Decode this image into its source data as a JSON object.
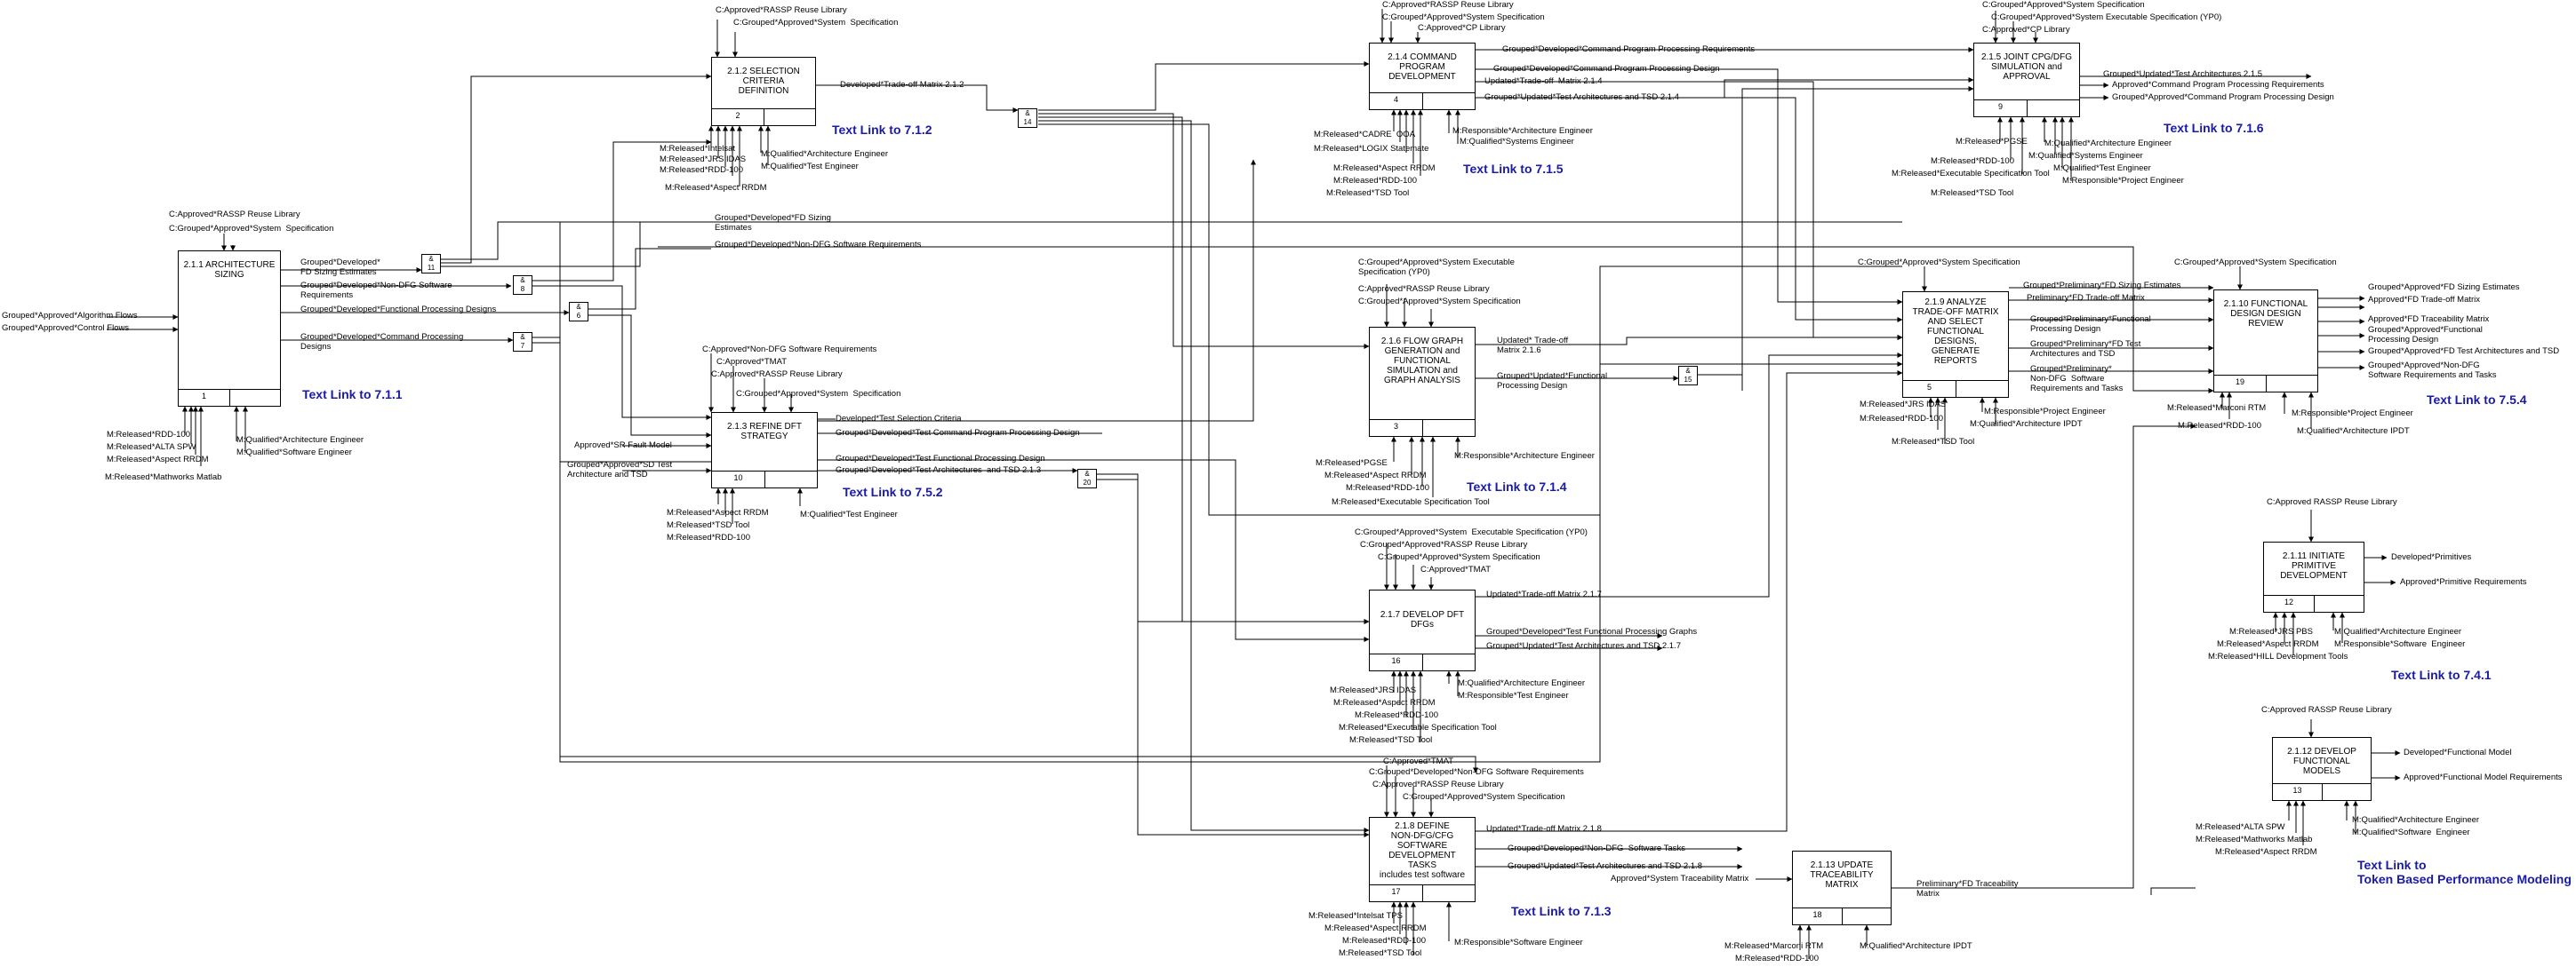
{
  "boxes": [
    {
      "id": "b211",
      "title": "2.1.1 ARCHITECTURE\nSIZING",
      "num": "1"
    },
    {
      "id": "b212",
      "title": "2.1.2 SELECTION\nCRITERIA\nDEFINITION",
      "num": "2"
    },
    {
      "id": "b213",
      "title": "2.1.3 REFINE DFT\nSTRATEGY",
      "num": "10"
    },
    {
      "id": "b214",
      "title": "2.1.4 COMMAND\nPROGRAM\nDEVELOPMENT",
      "num": "4"
    },
    {
      "id": "b215",
      "title": "2.1.5 JOINT CPG/DFG\nSIMULATION and\nAPPROVAL",
      "num": "9"
    },
    {
      "id": "b216",
      "title": "2.1.6 FLOW GRAPH\nGENERATION and\nFUNCTIONAL\nSIMULATION and\nGRAPH ANALYSIS",
      "num": "3"
    },
    {
      "id": "b217",
      "title": "2.1.7 DEVELOP DFT\nDFGs",
      "num": "16"
    },
    {
      "id": "b218",
      "title": "2.1.8 DEFINE\nNON-DFG/CFG\nSOFTWARE\nDEVELOPMENT\nTASKS\nincludes test software",
      "num": "17"
    },
    {
      "id": "b219",
      "title": "2.1.9 ANALYZE\nTRADE-OFF MATRIX\nAND SELECT\nFUNCTIONAL\nDESIGNS,\nGENERATE\nREPORTS",
      "num": "5"
    },
    {
      "id": "b2110",
      "title": "2.1.10 FUNCTIONAL\nDESIGN DESIGN\nREVIEW",
      "num": "19"
    },
    {
      "id": "b2111",
      "title": "2.1.11 INITIATE\nPRIMITIVE\nDEVELOPMENT",
      "num": "12"
    },
    {
      "id": "b2112",
      "title": "2.1.12 DEVELOP\nFUNCTIONAL\nMODELS",
      "num": "13"
    },
    {
      "id": "b2113",
      "title": "2.1.13 UPDATE\nTRACEABILITY\nMATRIX",
      "num": "18"
    }
  ],
  "junctions": [
    {
      "id": "j11",
      "label": "&\n11"
    },
    {
      "id": "j8",
      "label": "&\n8"
    },
    {
      "id": "j6",
      "label": "&\n6"
    },
    {
      "id": "j7",
      "label": "&\n7"
    },
    {
      "id": "j14",
      "label": "&\n14"
    },
    {
      "id": "j20",
      "label": "&\n20"
    },
    {
      "id": "j15",
      "label": "&\n15"
    }
  ],
  "labels": [
    {
      "id": "t1",
      "text": "C:Approved*RASSP Reuse Library"
    },
    {
      "id": "t2",
      "text": "C:Grouped*Approved*System  Specification"
    },
    {
      "id": "t3",
      "text": "Developed*Trade-off Matrix 2.1.2"
    },
    {
      "id": "t4",
      "text": "M:Released*Intelsat"
    },
    {
      "id": "t5",
      "text": "M:Released*JRS IDAS"
    },
    {
      "id": "t6",
      "text": "M:Released*RDD-100"
    },
    {
      "id": "t7",
      "text": "M:Released*Aspect RRDM"
    },
    {
      "id": "t8",
      "text": "M:Qualified*Architecture Engineer"
    },
    {
      "id": "t9",
      "text": "M:Qualified*Test Engineer"
    },
    {
      "id": "t10",
      "text": "C:Approved*RASSP Reuse Library"
    },
    {
      "id": "t11",
      "text": "C:Grouped*Approved*System  Specification"
    },
    {
      "id": "t12",
      "text": "Grouped*Developed*\nFD Sizing Estimates"
    },
    {
      "id": "t13",
      "text": "Grouped*Developed*Non-DFG Software\nRequirements"
    },
    {
      "id": "t14",
      "text": "Grouped*Developed*Functional Processing Designs"
    },
    {
      "id": "t15",
      "text": "Grouped*Developed*Command Processing\nDesigns"
    },
    {
      "id": "t16",
      "text": "Grouped*Approved*Algorithm Flows"
    },
    {
      "id": "t17",
      "text": "Grouped*Approved*Control Flows"
    },
    {
      "id": "t18",
      "text": "M:Released*RDD-100"
    },
    {
      "id": "t19",
      "text": "M:Released*ALTA SPW"
    },
    {
      "id": "t20",
      "text": "M:Released*Aspect RRDM"
    },
    {
      "id": "t21",
      "text": "M:Released*Mathworks Matlab"
    },
    {
      "id": "t22",
      "text": "M:Qualified*Architecture Engineer"
    },
    {
      "id": "t23",
      "text": "M:Qualified*Software Engineer"
    },
    {
      "id": "t24",
      "text": "Grouped*Developed*FD Sizing\nEstimates"
    },
    {
      "id": "t25",
      "text": "Grouped*Developed*Non-DFG Software Requirements"
    },
    {
      "id": "t26",
      "text": "C:Approved*Non-DFG Software Requirements"
    },
    {
      "id": "t27",
      "text": "C:Approved*TMAT"
    },
    {
      "id": "t28",
      "text": "C:Approved*RASSP Reuse Library"
    },
    {
      "id": "t29",
      "text": "C:Grouped*Approved*System  Specification"
    },
    {
      "id": "t30",
      "text": "Approved*SR Fault Model"
    },
    {
      "id": "t31",
      "text": "Grouped*Approved*SD Test\nArchitecture and TSD"
    },
    {
      "id": "t32",
      "text": "Developed*Test Selection Criteria"
    },
    {
      "id": "t33",
      "text": "Grouped*Developed*Test Command Program Processing Design"
    },
    {
      "id": "t34",
      "text": "Grouped*Developed*Test Functional Processing Design"
    },
    {
      "id": "t35",
      "text": "Grouped*Developed*Test Architectures  and TSD 2.1.3"
    },
    {
      "id": "t36",
      "text": "M:Released*Aspect RRDM"
    },
    {
      "id": "t37",
      "text": "M:Released*TSD Tool"
    },
    {
      "id": "t38",
      "text": "M:Released*RDD-100"
    },
    {
      "id": "t39",
      "text": "M:Qualified*Test Engineer"
    },
    {
      "id": "t40",
      "text": "C:Approved*RASSP Reuse Library"
    },
    {
      "id": "t41",
      "text": "C:Grouped*Approved*System Specification"
    },
    {
      "id": "t42",
      "text": "C:Approved*CP Library"
    },
    {
      "id": "t43",
      "text": "Grouped*Developed*Command Program Processing Requirements"
    },
    {
      "id": "t44",
      "text": "Grouped*Developed*Command Program Processing Design"
    },
    {
      "id": "t45",
      "text": "Updated*Trade-off  Matrix 2.1.4"
    },
    {
      "id": "t46",
      "text": "Grouped*Updated*Test Architectures and TSD 2.1.4"
    },
    {
      "id": "t47",
      "text": "M:Released*CADRE  OOA"
    },
    {
      "id": "t48",
      "text": "M:Released*LOGIX Statemate"
    },
    {
      "id": "t49",
      "text": "M:Released*Aspect RRDM"
    },
    {
      "id": "t50",
      "text": "M:Released*RDD-100"
    },
    {
      "id": "t51",
      "text": "M:Released*TSD Tool"
    },
    {
      "id": "t52",
      "text": "M:Responsible*Architecture Engineer"
    },
    {
      "id": "t53",
      "text": "M:Qualified*Systems Engineer"
    },
    {
      "id": "t54",
      "text": "C:Grouped*Approved*System Specification"
    },
    {
      "id": "t55",
      "text": "C:Grouped*Approved*System Executable Specification (YP0)"
    },
    {
      "id": "t56",
      "text": "C:Approved*CP Library"
    },
    {
      "id": "t57",
      "text": "Grouped*Updated*Test Architectures 2.1.5"
    },
    {
      "id": "t58",
      "text": "Approved*Command Program Processing Requirements"
    },
    {
      "id": "t59",
      "text": "Grouped*Approved*Command Program Processing Design"
    },
    {
      "id": "t60",
      "text": "M:Released*PGSE"
    },
    {
      "id": "t61",
      "text": "M:Released*RDD-100"
    },
    {
      "id": "t62",
      "text": "M:Released*Executable Specification Tool"
    },
    {
      "id": "t63",
      "text": "M:Released*TSD Tool"
    },
    {
      "id": "t64",
      "text": "M:Qualified*Architecture Engineer"
    },
    {
      "id": "t65",
      "text": "M:Qualified*Systems Engineer"
    },
    {
      "id": "t66",
      "text": "M:Qualified*Test Engineer"
    },
    {
      "id": "t67",
      "text": "M:Responsible*Project Engineer"
    },
    {
      "id": "t68",
      "text": "C:Grouped*Approved*System Executable\nSpecification (YP0)"
    },
    {
      "id": "t69",
      "text": "C:Approved*RASSP Reuse Library"
    },
    {
      "id": "t70",
      "text": "C:Grouped*Approved*System Specification"
    },
    {
      "id": "t71",
      "text": "Updated* Trade-off\nMatrix 2.1.6"
    },
    {
      "id": "t72",
      "text": "Grouped*Updated*Functional\nProcessing Design"
    },
    {
      "id": "t73",
      "text": "M:Released*PGSE"
    },
    {
      "id": "t74",
      "text": "M:Released*Aspect RRDM"
    },
    {
      "id": "t75",
      "text": "M:Released*RDD-100"
    },
    {
      "id": "t76",
      "text": "M:Released*Executable Specification Tool"
    },
    {
      "id": "t77",
      "text": "M:Responsible*Architecture Engineer"
    },
    {
      "id": "t78",
      "text": "C:Grouped*Approved*System  Executable Specification (YP0)"
    },
    {
      "id": "t79",
      "text": "C:Grouped*Approved*RASSP Reuse Library"
    },
    {
      "id": "t80",
      "text": "C:Grouped*Approved*System Specification"
    },
    {
      "id": "t81",
      "text": "C:Approved*TMAT"
    },
    {
      "id": "t82",
      "text": "Updated*Trade-off Matrix 2.1.7"
    },
    {
      "id": "t83",
      "text": "Grouped*Developed*Test Functional Processing Graphs"
    },
    {
      "id": "t84",
      "text": "Grouped*Updated*Test Architectures and TSD 2.1.7"
    },
    {
      "id": "t85",
      "text": "M:Released*JRS IDAS"
    },
    {
      "id": "t86",
      "text": "M:Released*Aspect RRDM"
    },
    {
      "id": "t87",
      "text": "M:Released*RDD-100"
    },
    {
      "id": "t88",
      "text": "M:Released*Executable Specification Tool"
    },
    {
      "id": "t89",
      "text": "M:Released*TSD Tool"
    },
    {
      "id": "t90",
      "text": "M:Qualified*Architecture Engineer"
    },
    {
      "id": "t91",
      "text": "M:Responsible*Test Engineer"
    },
    {
      "id": "t92",
      "text": "C:Approved*TMAT"
    },
    {
      "id": "t93",
      "text": "C:Grouped*Developed*Non-DFG Software Requirements"
    },
    {
      "id": "t94",
      "text": "C:Approved*RASSP Reuse Library"
    },
    {
      "id": "t95",
      "text": "C:Grouped*Approved*System Specification"
    },
    {
      "id": "t96",
      "text": "Updated*Trade-off Matrix 2.1.8"
    },
    {
      "id": "t97",
      "text": "Grouped*Developed*Non-DFG  Software Tasks"
    },
    {
      "id": "t98",
      "text": "Grouped*Updated*Test Architectures and TSD 2.1.8"
    },
    {
      "id": "t99",
      "text": "M:Released*Intelsat TPS"
    },
    {
      "id": "t100",
      "text": "M:Released*Aspect RRDM"
    },
    {
      "id": "t101",
      "text": "M:Released*RDD-100"
    },
    {
      "id": "t102",
      "text": "M:Released*TSD Tool"
    },
    {
      "id": "t103",
      "text": "M:Responsible*Software Engineer"
    },
    {
      "id": "t104",
      "text": "C:Grouped*Approved*System Specification"
    },
    {
      "id": "t105",
      "text": "Grouped*Preliminary*FD Sizing Estimates"
    },
    {
      "id": "t106",
      "text": "Preliminary*FD Trade-off Matrix"
    },
    {
      "id": "t107",
      "text": "Grouped*Preliminary*Functional\nProcessing Design"
    },
    {
      "id": "t108",
      "text": "Grouped*Preliminary*FD Test\nArchitectures and TSD"
    },
    {
      "id": "t109",
      "text": "Grouped*Preliminary*\nNon-DFG  Software\nRequirements and Tasks"
    },
    {
      "id": "t110",
      "text": "M:Released*JRS IDAS"
    },
    {
      "id": "t111",
      "text": "M:Released*RDD-100"
    },
    {
      "id": "t112",
      "text": "M:Released*TSD Tool"
    },
    {
      "id": "t113",
      "text": "M:Responsible*Project Engineer"
    },
    {
      "id": "t114",
      "text": "M:Qualified*Architecture IPDT"
    },
    {
      "id": "t115",
      "text": "C:Grouped*Approved*System Specification"
    },
    {
      "id": "t116",
      "text": "Grouped*Approved*FD Sizing Estimates"
    },
    {
      "id": "t117",
      "text": "Approved*FD Trade-off Matrix"
    },
    {
      "id": "t118",
      "text": "Approved*FD Traceability Matrix"
    },
    {
      "id": "t119",
      "text": "Grouped*Approved*Functional\nProcessing Design"
    },
    {
      "id": "t120",
      "text": "Grouped*Approved*FD Test Architectures and TSD"
    },
    {
      "id": "t121",
      "text": "Grouped*Approved*Non-DFG\nSoftware Requirements and Tasks"
    },
    {
      "id": "t122",
      "text": "M:Released*Marconi RTM"
    },
    {
      "id": "t123",
      "text": "M:Released*RDD-100"
    },
    {
      "id": "t124",
      "text": "M:Responsible*Project Engineer"
    },
    {
      "id": "t125",
      "text": "M:Qualified*Architecture IPDT"
    },
    {
      "id": "t126",
      "text": "C:Approved RASSP Reuse Library"
    },
    {
      "id": "t127",
      "text": "Developed*Primitives"
    },
    {
      "id": "t128",
      "text": "Approved*Primitive Requirements"
    },
    {
      "id": "t129",
      "text": "M:Released*JRS PBS"
    },
    {
      "id": "t130",
      "text": "M:Released*Aspect RRDM"
    },
    {
      "id": "t131",
      "text": "M:Released*HILL Development Tools"
    },
    {
      "id": "t132",
      "text": "M:Qualified*Architecture Engineer"
    },
    {
      "id": "t133",
      "text": "M:Responsible*Software  Engineer"
    },
    {
      "id": "t134",
      "text": "C:Approved RASSP Reuse Library"
    },
    {
      "id": "t135",
      "text": "Developed*Functional Model"
    },
    {
      "id": "t136",
      "text": "Approved*Functional Model Requirements"
    },
    {
      "id": "t137",
      "text": "M:Released*ALTA SPW"
    },
    {
      "id": "t138",
      "text": "M:Released*Mathworks Matlab"
    },
    {
      "id": "t139",
      "text": "M:Released*Aspect RRDM"
    },
    {
      "id": "t140",
      "text": "M:Qualified*Architecture Engineer"
    },
    {
      "id": "t141",
      "text": "M:Qualified*Software  Engineer"
    },
    {
      "id": "t142",
      "text": "Approved*System Traceability Matrix"
    },
    {
      "id": "t143",
      "text": "Preliminary*FD Traceability\nMatrix"
    },
    {
      "id": "t144",
      "text": "M:Released*Marconi RTM"
    },
    {
      "id": "t145",
      "text": "M:Released*RDD-100"
    },
    {
      "id": "t146",
      "text": "M:Qualified*Architecture IPDT"
    }
  ],
  "links": [
    {
      "id": "l1",
      "text": "Text Link to 7.1.2"
    },
    {
      "id": "l2",
      "text": "Text Link to 7.1.1"
    },
    {
      "id": "l3",
      "text": "Text Link to 7.5.2"
    },
    {
      "id": "l4",
      "text": "Text Link to 7.1.5"
    },
    {
      "id": "l5",
      "text": "Text Link to 7.1.6"
    },
    {
      "id": "l6",
      "text": "Text Link to 7.1.4"
    },
    {
      "id": "l7",
      "text": "Text Link to 7.1.3"
    },
    {
      "id": "l8",
      "text": "Text Link to 7.5.4"
    },
    {
      "id": "l9",
      "text": "Text Link to 7.4.1"
    },
    {
      "id": "l10",
      "text": "Text Link to\nToken Based Performance Modeling"
    }
  ]
}
